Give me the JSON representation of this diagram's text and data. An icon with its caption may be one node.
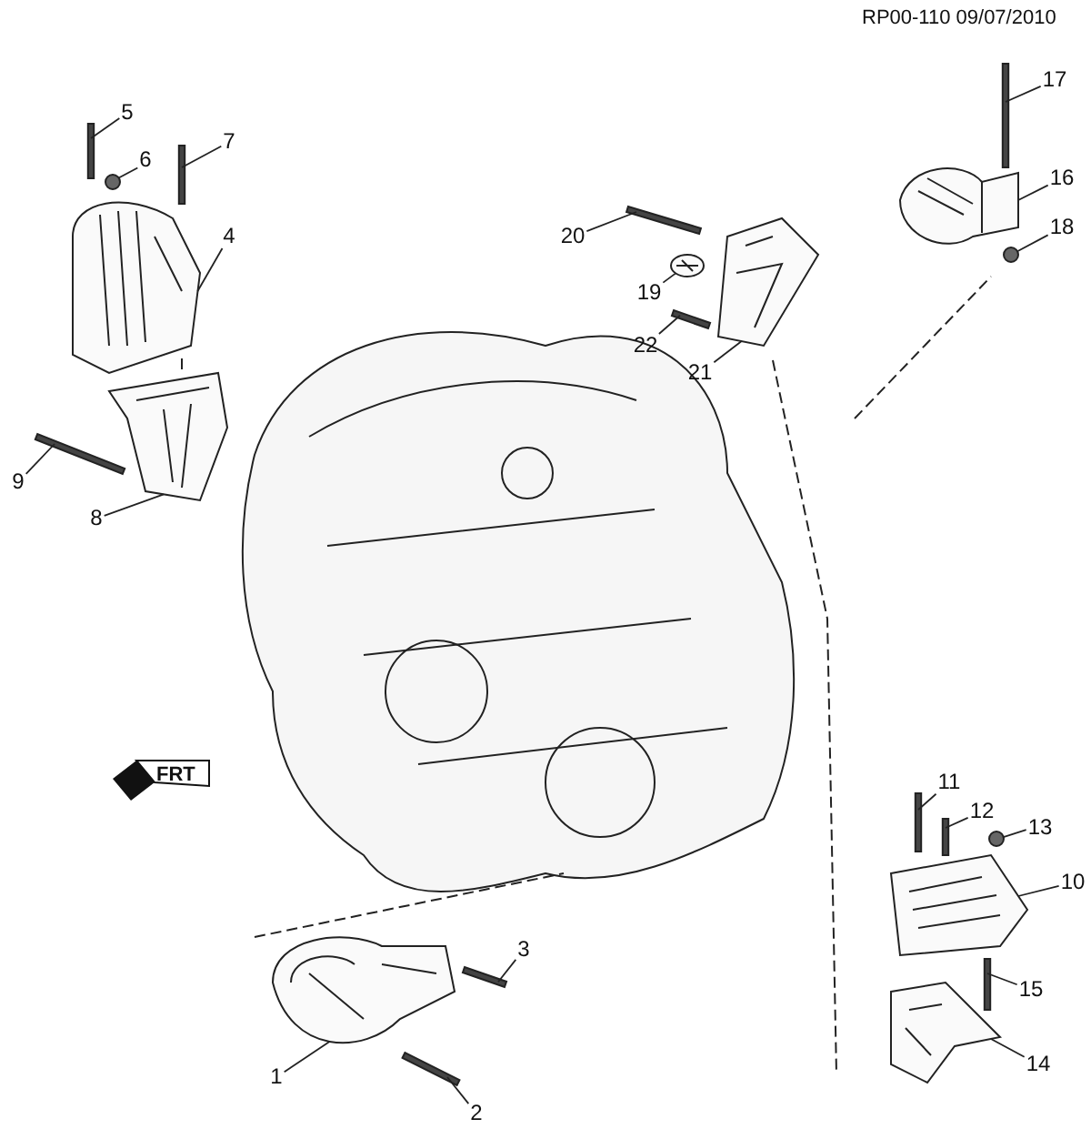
{
  "diagram": {
    "nodes": [
      {
        "text": [
          "17"
        ]
      },
      {
        "text": [
          "5"
        ]
      },
      {
        "text": [
          "7"
        ]
      },
      {
        "text": [
          "6"
        ]
      },
      {
        "text": [
          "16"
        ]
      },
      {
        "text": [
          "18"
        ]
      },
      {
        "text": [
          "4"
        ]
      },
      {
        "text": [
          "20"
        ]
      },
      {
        "text": [
          "19"
        ]
      },
      {
        "text": [
          "22"
        ]
      },
      {
        "text": [
          "21"
        ]
      },
      {
        "text": [
          "9"
        ]
      },
      {
        "text": [
          "8"
        ]
      },
      {
        "text": [
          "11"
        ]
      },
      {
        "text": [
          "12"
        ]
      },
      {
        "text": [
          "13"
        ]
      },
      {
        "text": [
          "10"
        ]
      },
      {
        "text": [
          "3"
        ]
      },
      {
        "text": [
          "15"
        ]
      },
      {
        "text": [
          "14"
        ]
      },
      {
        "text": [
          "1"
        ]
      },
      {
        "text": [
          "2"
        ]
      },
      {
        "text": [],
        "shape": "bar"
      },
      {
        "text": [],
        "shape": "bar"
      },
      {
        "text": [],
        "shape": "bar"
      },
      {
        "text": [],
        "shape": "circle"
      },
      {
        "text": [],
        "shape": "picture"
      },
      {
        "text": [],
        "shape": "circle"
      },
      {
        "text": [],
        "shape": "picture"
      },
      {
        "text": [],
        "shape": "bar"
      },
      {
        "text": [],
        "shape": "picture"
      },
      {
        "text": [],
        "shape": "bar"
      },
      {
        "text": [],
        "shape": "picture"
      },
      {
        "text": [],
        "shape": "bar"
      },
      {
        "text": [],
        "shape": "picture"
      },
      {
        "text": [],
        "shape": "bar"
      },
      {
        "text": [],
        "shape": "bar"
      },
      {
        "text": [],
        "shape": "circle"
      },
      {
        "text": [],
        "shape": "picture"
      },
      {
        "text": [],
        "shape": "bar"
      },
      {
        "text": [],
        "shape": "bar"
      },
      {
        "text": [],
        "shape": "picture"
      },
      {
        "text": [],
        "shape": "picture"
      },
      {
        "text": [],
        "shape": "bar"
      }
    ],
    "edges": [
      {
        "from": 0,
        "to": 22,
        "arrow": "none"
      },
      {
        "from": 1,
        "to": 23,
        "arrow": "none"
      },
      {
        "from": 2,
        "to": 24,
        "arrow": "none"
      },
      {
        "from": 3,
        "to": 25,
        "arrow": "none"
      },
      {
        "from": 4,
        "to": 26,
        "arrow": "none"
      },
      {
        "from": 5,
        "to": 27,
        "arrow": "none"
      },
      {
        "from": 6,
        "to": 28,
        "arrow": "none"
      },
      {
        "from": 7,
        "to": 29,
        "arrow": "none"
      },
      {
        "from": 8,
        "to": 30,
        "arrow": "none"
      },
      {
        "from": 9,
        "to": 31,
        "arrow": "none"
      },
      {
        "from": 10,
        "to": 32,
        "arrow": "none"
      },
      {
        "from": 11,
        "to": 33,
        "arrow": "none"
      },
      {
        "from": 12,
        "to": 34,
        "arrow": "none"
      },
      {
        "from": 13,
        "to": 35,
        "arrow": "none"
      },
      {
        "from": 14,
        "to": 36,
        "arrow": "none"
      },
      {
        "from": 15,
        "to": 37,
        "arrow": "none"
      },
      {
        "from": 16,
        "to": 38,
        "arrow": "none"
      },
      {
        "from": 17,
        "to": 39,
        "arrow": "none"
      },
      {
        "from": 18,
        "to": 40,
        "arrow": "none"
      },
      {
        "from": 19,
        "to": 41,
        "arrow": "none"
      },
      {
        "from": 20,
        "to": 42,
        "arrow": "none"
      },
      {
        "from": 21,
        "to": 43,
        "arrow": "none"
      }
    ],
    "labels": [
      "RP00-110 09/07/2010",
      "FRT"
    ]
  }
}
